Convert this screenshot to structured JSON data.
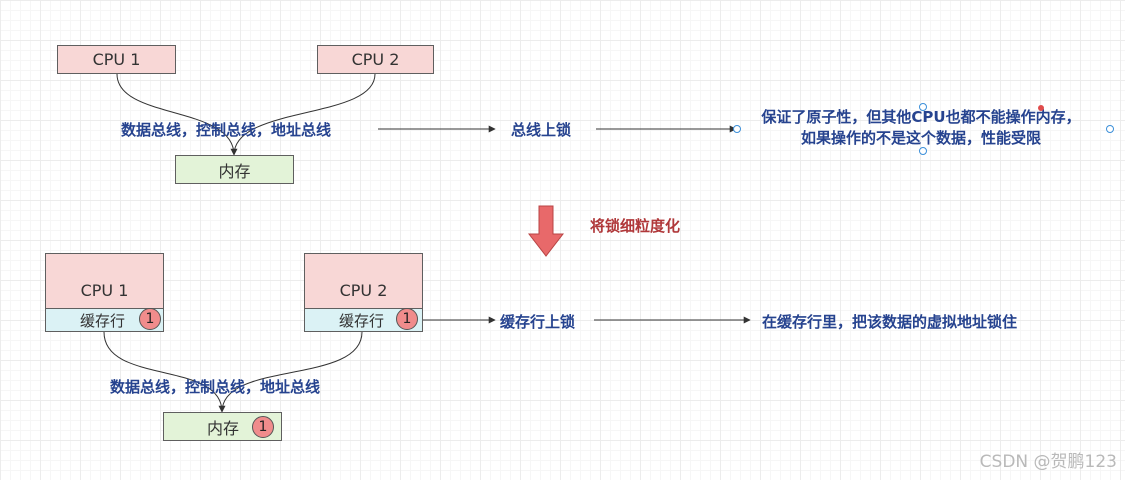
{
  "top": {
    "cpu1": "CPU 1",
    "cpu2": "CPU 2",
    "buses": "数据总线，控制总线，地址总线",
    "memory": "内存",
    "bus_lock": "总线上锁",
    "note_line1": "保证了原子性，但其他CPU也都不能操作内存，",
    "note_line2": "如果操作的不是这个数据，性能受限"
  },
  "transition": {
    "label": "将锁细粒度化"
  },
  "bottom": {
    "cpu1": "CPU 1",
    "cpu2": "CPU 2",
    "cache_line1": "缓存行",
    "cache_line2": "缓存行",
    "badge": "1",
    "buses": "数据总线，控制总线，地址总线",
    "memory": "内存",
    "memory_badge": "1",
    "cache_lock": "缓存行上锁",
    "result": "在缓存行里，把该数据的虚拟地址锁住"
  },
  "watermark": "CSDN @贺鹏123",
  "colors": {
    "cpu_fill": "#f8d7d6",
    "memory_fill": "#e3f3d8",
    "cache_fill": "#dbf2f5",
    "label_text": "#26438f",
    "transition_text": "#b0383a",
    "down_arrow": "#e8696a"
  }
}
